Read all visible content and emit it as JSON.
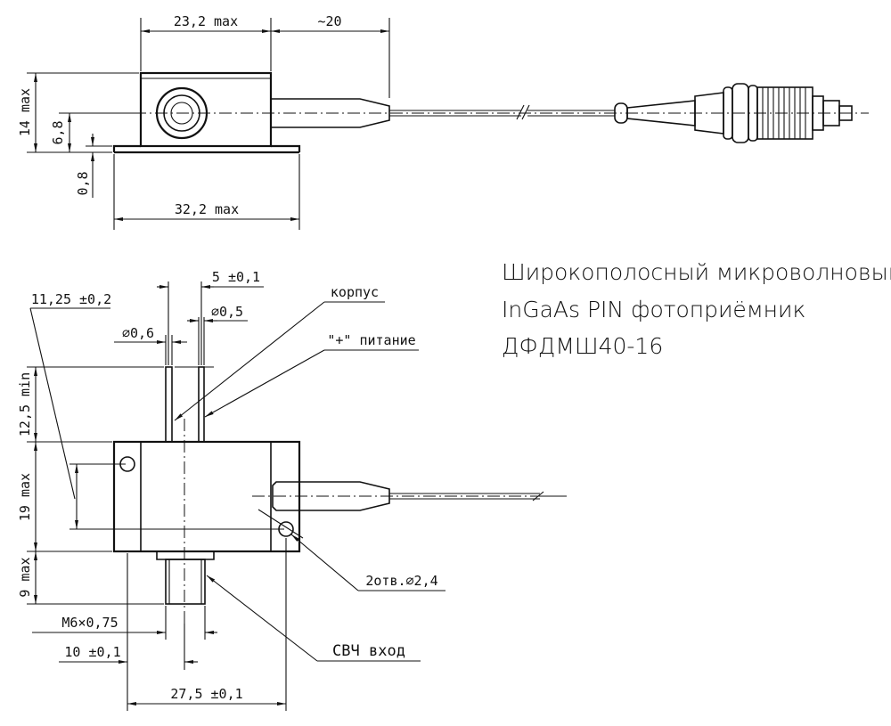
{
  "title_lines": [
    "Широкополосный микроволновый",
    "InGaAs PIN фотоприёмник",
    "ДФДМШ40-16"
  ],
  "top_view": {
    "dim_width_body": "23,2 max",
    "dim_fiber": "~20",
    "dim_height": "14 max",
    "dim_axis_height": "6,8",
    "dim_base": "0,8",
    "dim_base_width": "32,2 max"
  },
  "front_view": {
    "dim_pin_spacing": "5 ±0,1",
    "dim_hole_offset": "11,25 ±0,2",
    "dim_pin_dia_left": "⌀0,6",
    "dim_pin_dia_right": "⌀0,5",
    "dim_pin_length": "12,5 min",
    "dim_body_height": "19 max",
    "dim_connector_height": "9 max",
    "dim_thread": "M6×0,75",
    "dim_connector_offset": "10 ±0,1",
    "dim_hole_spacing": "27,5 ±0,1",
    "label_case": "корпус",
    "label_power": "\"+\" питание",
    "label_holes": "2отв.⌀2,4",
    "label_rf_input": "СВЧ вход"
  }
}
